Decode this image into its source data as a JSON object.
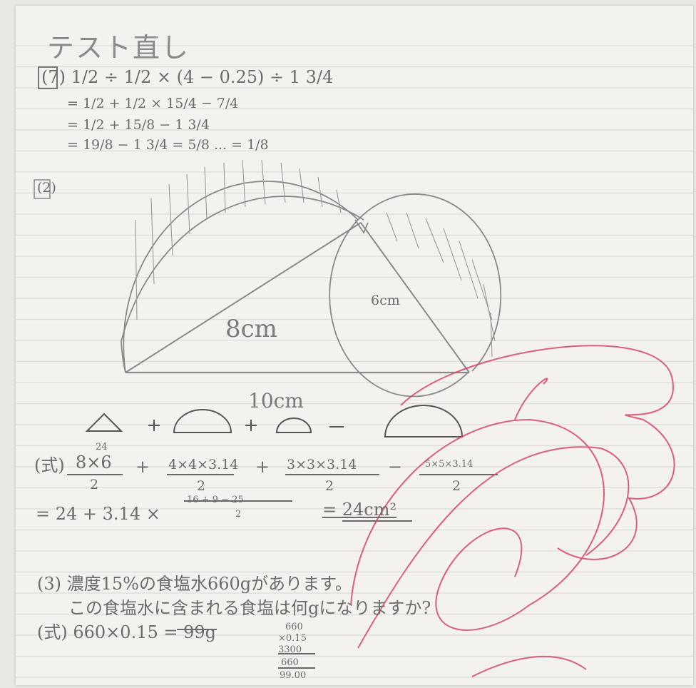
{
  "header": {
    "title": "テスト直し",
    "note": ""
  },
  "problem1": {
    "lines": [
      "(7) 1/2 ÷ 1/2 × (4 − 0.25) ÷ 1 3/4",
      "= 1/2 + 1/2 × 15/4 − 7/4",
      "= 1/2 + 15/8 − 1 3/4",
      "= 19/8 − 1 3/4 = 5/8 ... = 1/8"
    ]
  },
  "problem2": {
    "number": "(2)",
    "label_8cm": "8cm",
    "label_6cm": "6cm",
    "label_10cm": "10cm",
    "formula_prefix": "(式)",
    "term1_num": "8×6",
    "term1_den": "2",
    "term1_note": "24",
    "op1": "+",
    "term2_num": "4×4×3.14",
    "term2_den": "2",
    "op2": "+",
    "term3_num": "3×3×3.14",
    "term3_den": "2",
    "op3": "−",
    "term4_num": "5×5×3.14",
    "term4_den": "2",
    "simplified": "= 24 + 3.14 ×",
    "simplified_num": "16 + 9 − 25",
    "simplified_den": "2",
    "answer": "= 24cm²"
  },
  "problem3": {
    "lines": [
      "(3) 濃度15%の食塩水660gがあります。",
      "この食塩水に含まれる食塩は何gになりますか?"
    ],
    "formula": "(式) 660×0.15 = 99g",
    "calc": [
      "660",
      "×0.15",
      "3300",
      "660",
      "99.00"
    ]
  },
  "colors": {
    "pencil": "#6c6c6c",
    "red_marker": "#d8456a",
    "paper": "#f3f2ef"
  }
}
